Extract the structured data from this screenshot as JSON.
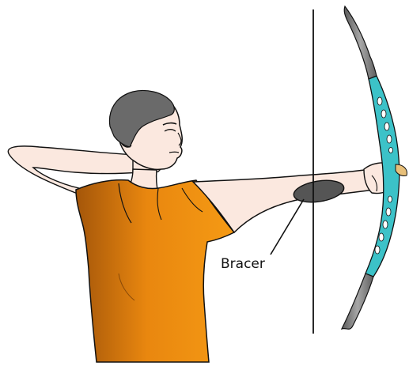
{
  "diagram": {
    "labels": {
      "bracer": "Bracer"
    },
    "colors": {
      "background": "#ffffff",
      "shirt": "#f0920f",
      "shirt_shadow": "#b8620a",
      "skin": "#fbe8df",
      "hair": "#6a6a6a",
      "bracer": "#555555",
      "bow_riser": "#3cc2c8",
      "bow_limb": "#707070",
      "outline": "#111111",
      "bowstring": "#111111"
    },
    "icons": [
      "archer-figure",
      "bow",
      "bowstring",
      "bracer",
      "leader-line"
    ]
  }
}
